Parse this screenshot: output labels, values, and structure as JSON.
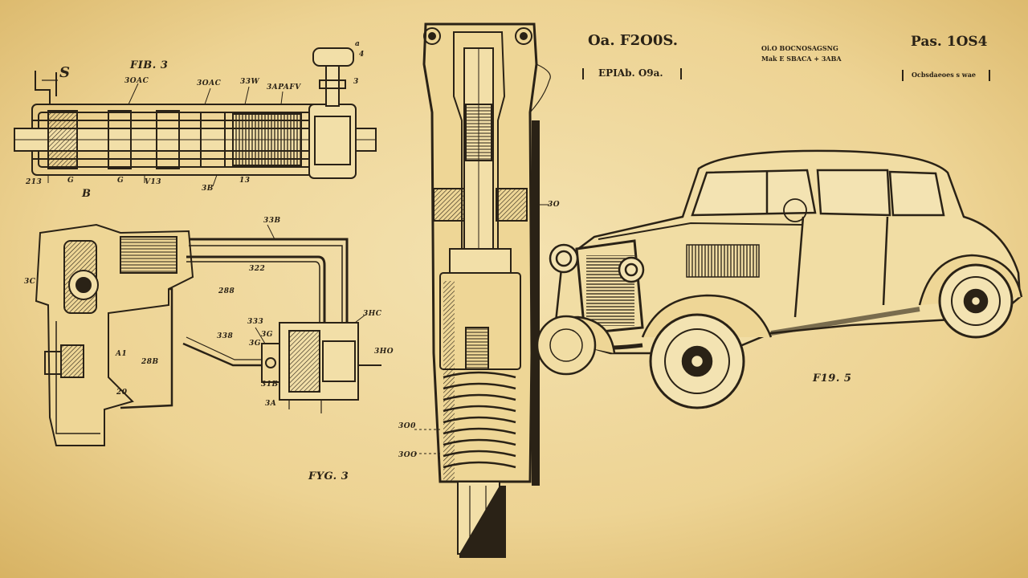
{
  "header": {
    "doc_number": "Oa. F2O0S.",
    "date_line": "EPIAb. O9a.",
    "sub_line_1": "Oi.O  BOCNOSAGSNG",
    "sub_line_2": "Mak  E  SBACA  +  3ABA",
    "pat_number": "Pas. 1OS4",
    "right_line": "Ocbsdaeoes  s  wae"
  },
  "figures": {
    "fig1": {
      "caption": "FIB. 3",
      "labels": {
        "s": "S",
        "a": "3OAC",
        "b": "3OAC",
        "c": "33W",
        "d": "3APAFV",
        "e": "4",
        "f": "a",
        "g": "3",
        "h": "213",
        "i": "G",
        "j": "G",
        "k": "V13",
        "l": "3B",
        "m": "13",
        "n": "B"
      }
    },
    "fig2": {
      "caption": "FYG. 3",
      "labels": {
        "a": "33B",
        "b": "3C",
        "c": "322",
        "d": "288",
        "e": "A1",
        "f": "28B",
        "g": "20",
        "h": "333",
        "i": "338",
        "j": "3G",
        "k": "3G",
        "l": "3HC",
        "m": "3HO",
        "n": "31B",
        "o": "3A"
      }
    },
    "fig3": {
      "labels": {
        "a": "3O",
        "b": "3O0",
        "c": "3OO"
      }
    },
    "fig4": {
      "caption": "F19. 5"
    }
  },
  "colors": {
    "paper": "#efd79a",
    "paper_center": "#f4e2b0",
    "paper_edge": "#d9b665",
    "ink": "#2a2216",
    "shade": "#6b5a3a"
  }
}
